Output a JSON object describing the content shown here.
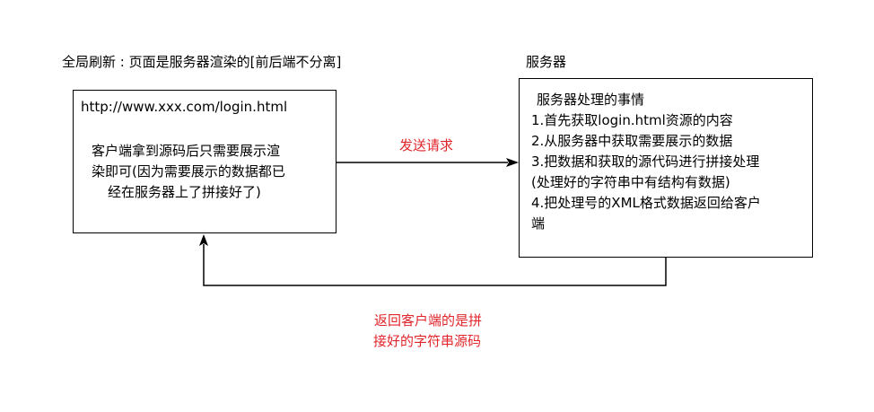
{
  "client": {
    "title": "全局刷新 : 页面是服务器渲染的[前后端不分离]",
    "url": "http://www.xxx.com/login.html",
    "description_lines": [
      "客户端拿到源码后只需要展示渲",
      "染即可(因为需要展示的数据都已",
      "经在服务器上了拼接好了)"
    ]
  },
  "server": {
    "title": "服务器",
    "heading": "服务器处理的事情",
    "steps": [
      "1.首先获取login.html资源的内容",
      "2.从服务器中获取需要展示的数据",
      "3.把数据和获取的源代码进行拼接处理",
      "(处理好的字符串中有结构有数据)",
      "4.把处理号的XML格式数据返回给客户",
      "端"
    ]
  },
  "arrows": {
    "request_label": "发送请求",
    "response_label_lines": [
      "返回客户端的是拼",
      "接好的字符串源码"
    ]
  },
  "colors": {
    "annotation": "#e0262b",
    "line": "#000000"
  }
}
